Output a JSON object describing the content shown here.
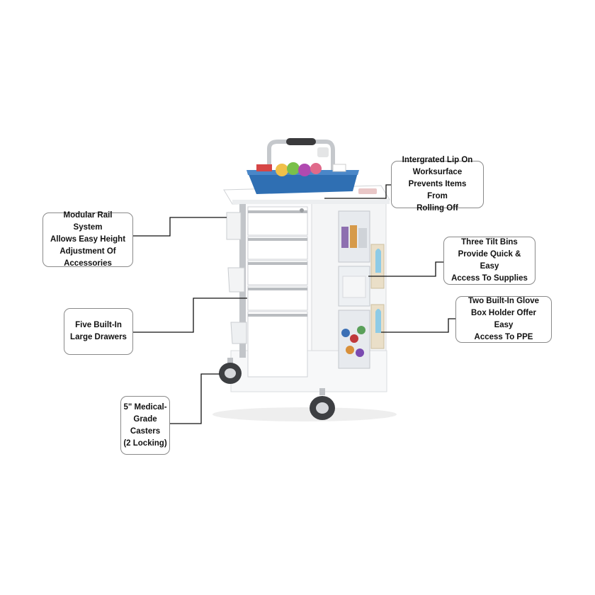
{
  "colors": {
    "background": "#ffffff",
    "callout_border": "#8a8a8a",
    "leader_line": "#111111",
    "cart_body": "#f4f5f6",
    "rail": "#b9bcc0",
    "basket": "#2f6fb3",
    "tire": "#3d3f42"
  },
  "callouts": {
    "lip": {
      "lines": [
        "Intergrated Lip On",
        "Worksurface",
        "Prevents Items From",
        "Rolling Off"
      ]
    },
    "rail": {
      "lines": [
        "Modular Rail System",
        "Allows Easy Height",
        "Adjustment Of",
        "Accessories"
      ]
    },
    "bins": {
      "lines": [
        "Three Tilt Bins",
        "Provide Quick & Easy",
        "Access To Supplies"
      ]
    },
    "drawers": {
      "lines": [
        "Five Built-In",
        "Large Drawers"
      ]
    },
    "glove": {
      "lines": [
        "Two Built-In Glove",
        "Box Holder Offer Easy",
        "Access To PPE"
      ]
    },
    "casters": {
      "lines": [
        "5\" Medical-",
        "Grade Casters",
        "(2 Locking)"
      ]
    }
  }
}
